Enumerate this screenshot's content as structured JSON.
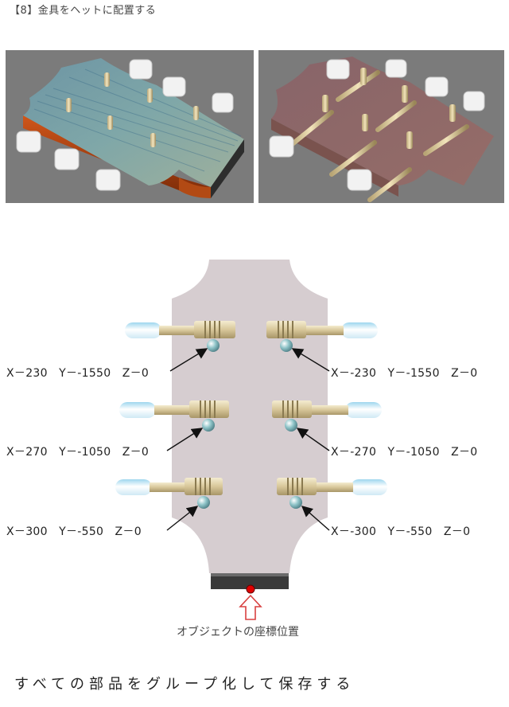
{
  "heading": "【8】金具をヘットに配置する",
  "renders": {
    "left_alt": "金具を配置したヘッドの3Dレンダリング(木目)",
    "right_alt": "金具を配置したヘッドの3Dレンダリング(半透明)"
  },
  "coords": {
    "left": [
      "X－230　Y－-1550　Z－0",
      "X－270　Y－-1050　Z－0",
      "X－300　Y－-550　Z－0"
    ],
    "right": [
      "X－-230　Y－-1550　Z－0",
      "X－-270　Y－-1050　Z－0",
      "X－-300　Y－-550　Z－0"
    ]
  },
  "origin_caption": "オブジェクトの座標位置",
  "footer_note": "すべての部品をグループ化して保存する",
  "colors": {
    "head_fill": "#d6cdd0",
    "origin_dot": "#e00000",
    "origin_arrow": "#d84040",
    "render_bg": "#7b7b7b"
  }
}
